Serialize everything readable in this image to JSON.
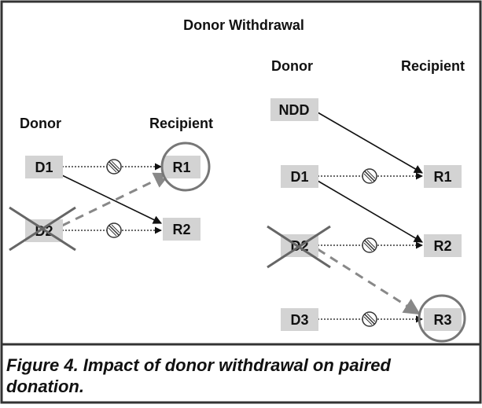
{
  "title": "Donor Withdrawal",
  "left": {
    "donor_header": "Donor",
    "recipient_header": "Recipient",
    "donors": [
      "D1",
      "D2"
    ],
    "recipients": [
      "R1",
      "R2"
    ],
    "withdrawn_donor": "D2"
  },
  "right": {
    "donor_header": "Donor",
    "recipient_header": "Recipient",
    "donors": [
      "NDD",
      "D1",
      "D2",
      "D3"
    ],
    "recipients": [
      "R1",
      "R2",
      "R3"
    ],
    "withdrawn_donor": "D2"
  },
  "caption": {
    "line1": "Figure 4. Impact of donor withdrawal on paired",
    "line2": "donation."
  },
  "colors": {
    "box_fill": "#d3d3d3",
    "line": "#111111",
    "dashed": "#777777",
    "circle": "#777777",
    "cross": "#666666",
    "border": "#333333"
  }
}
